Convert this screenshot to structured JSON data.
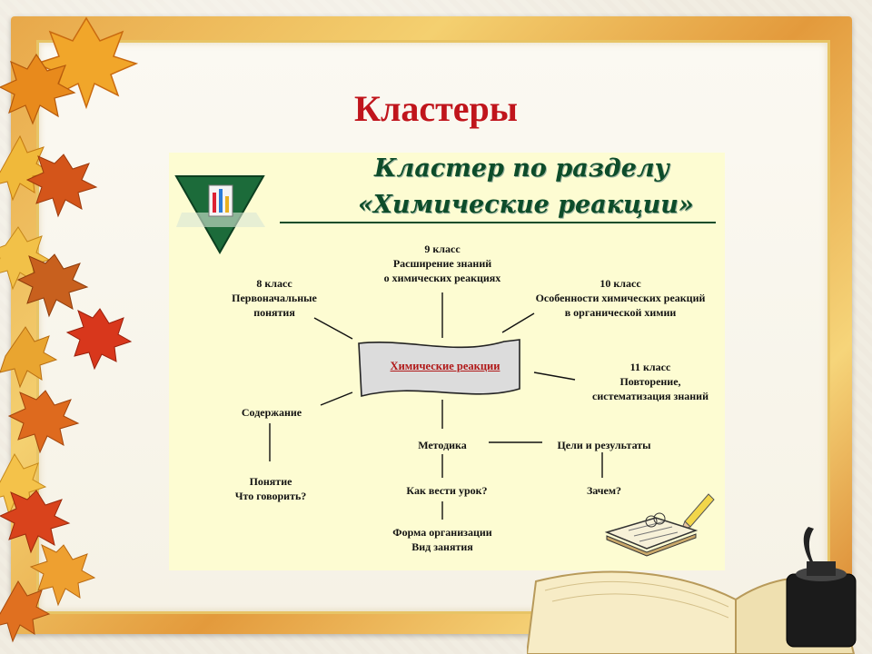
{
  "slide": {
    "title": "Кластеры"
  },
  "diagram": {
    "heading_line1": "Кластер по разделу",
    "heading_line2": "«Химические реакции»",
    "center": "Химические реакции",
    "grade9": [
      "9 класс",
      "Расширение знаний",
      "о химических реакциях"
    ],
    "grade8": [
      "8 класс",
      "Первоначальные",
      "понятия"
    ],
    "grade10": [
      "10 класс",
      "Особенности химических реакций",
      "в органической химии"
    ],
    "grade11": [
      "11 класс",
      "Повторение,",
      "систематизация знаний"
    ],
    "content": "Содержание",
    "concept": [
      "Понятие",
      "Что говорить?"
    ],
    "method": "Методика",
    "goals": "Цели и результаты",
    "how": "Как вести урок?",
    "why": "Зачем?",
    "form": [
      "Форма организации",
      "Вид занятия"
    ]
  },
  "colors": {
    "title": "#c0151c",
    "heading": "#0d4c2a",
    "center_text": "#b01818",
    "panel": "#fdfcd2"
  },
  "icons": [
    "maple-leaf-icon",
    "test-tubes-icon",
    "notebook-icon",
    "pencil-icon",
    "inkwell-icon",
    "book-icon"
  ]
}
